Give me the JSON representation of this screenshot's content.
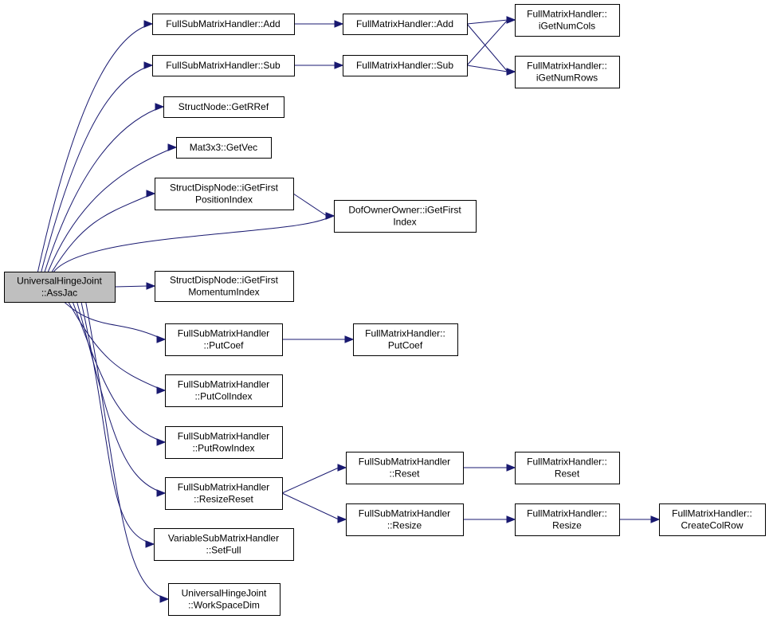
{
  "graph": {
    "colors": {
      "edge": "#191970",
      "node_border": "#000000",
      "root_fill": "#bfbfbf",
      "node_fill": "#ffffff"
    },
    "nodes": {
      "root": {
        "lines": [
          "UniversalHingeJoint",
          "::AssJac"
        ],
        "root": true
      },
      "fsm_add": {
        "lines": [
          "FullSubMatrixHandler::Add"
        ]
      },
      "fsm_sub": {
        "lines": [
          "FullSubMatrixHandler::Sub"
        ]
      },
      "sn_getrref": {
        "lines": [
          "StructNode::GetRRef"
        ]
      },
      "mat_getvec": {
        "lines": [
          "Mat3x3::GetVec"
        ]
      },
      "sdn_pos": {
        "lines": [
          "StructDispNode::iGetFirst",
          "PositionIndex"
        ]
      },
      "doo_first": {
        "lines": [
          "DofOwnerOwner::iGetFirst",
          "Index"
        ]
      },
      "sdn_mom": {
        "lines": [
          "StructDispNode::iGetFirst",
          "MomentumIndex"
        ]
      },
      "fsm_putcoef": {
        "lines": [
          "FullSubMatrixHandler",
          "::PutCoef"
        ]
      },
      "fsm_putcol": {
        "lines": [
          "FullSubMatrixHandler",
          "::PutColIndex"
        ]
      },
      "fsm_putrow": {
        "lines": [
          "FullSubMatrixHandler",
          "::PutRowIndex"
        ]
      },
      "fsm_resres": {
        "lines": [
          "FullSubMatrixHandler",
          "::ResizeReset"
        ]
      },
      "vsm_setfull": {
        "lines": [
          "VariableSubMatrixHandler",
          "::SetFull"
        ]
      },
      "uhj_wsd": {
        "lines": [
          "UniversalHingeJoint",
          "::WorkSpaceDim"
        ]
      },
      "fm_add": {
        "lines": [
          "FullMatrixHandler::Add"
        ]
      },
      "fm_sub": {
        "lines": [
          "FullMatrixHandler::Sub"
        ]
      },
      "fm_cols": {
        "lines": [
          "FullMatrixHandler::",
          "iGetNumCols"
        ]
      },
      "fm_rows": {
        "lines": [
          "FullMatrixHandler::",
          "iGetNumRows"
        ]
      },
      "fm_putcoef": {
        "lines": [
          "FullMatrixHandler::",
          "PutCoef"
        ]
      },
      "fsm_reset": {
        "lines": [
          "FullSubMatrixHandler",
          "::Reset"
        ]
      },
      "fsm_resize": {
        "lines": [
          "FullSubMatrixHandler",
          "::Resize"
        ]
      },
      "fm_reset": {
        "lines": [
          "FullMatrixHandler::",
          "Reset"
        ]
      },
      "fm_resize": {
        "lines": [
          "FullMatrixHandler::",
          "Resize"
        ]
      },
      "fm_ccr": {
        "lines": [
          "FullMatrixHandler::",
          "CreateColRow"
        ]
      }
    },
    "edges": [
      [
        "root",
        "fsm_add"
      ],
      [
        "root",
        "fsm_sub"
      ],
      [
        "root",
        "sn_getrref"
      ],
      [
        "root",
        "mat_getvec"
      ],
      [
        "root",
        "sdn_pos"
      ],
      [
        "root",
        "doo_first"
      ],
      [
        "root",
        "sdn_mom"
      ],
      [
        "root",
        "fsm_putcoef"
      ],
      [
        "root",
        "fsm_putcol"
      ],
      [
        "root",
        "fsm_putrow"
      ],
      [
        "root",
        "fsm_resres"
      ],
      [
        "root",
        "vsm_setfull"
      ],
      [
        "root",
        "uhj_wsd"
      ],
      [
        "fsm_add",
        "fm_add"
      ],
      [
        "fsm_sub",
        "fm_sub"
      ],
      [
        "fm_add",
        "fm_cols"
      ],
      [
        "fm_add",
        "fm_rows"
      ],
      [
        "fm_sub",
        "fm_cols"
      ],
      [
        "fm_sub",
        "fm_rows"
      ],
      [
        "sdn_pos",
        "doo_first"
      ],
      [
        "fsm_putcoef",
        "fm_putcoef"
      ],
      [
        "fsm_resres",
        "fsm_reset"
      ],
      [
        "fsm_resres",
        "fsm_resize"
      ],
      [
        "fsm_reset",
        "fm_reset"
      ],
      [
        "fsm_resize",
        "fm_resize"
      ],
      [
        "fm_resize",
        "fm_ccr"
      ]
    ]
  }
}
